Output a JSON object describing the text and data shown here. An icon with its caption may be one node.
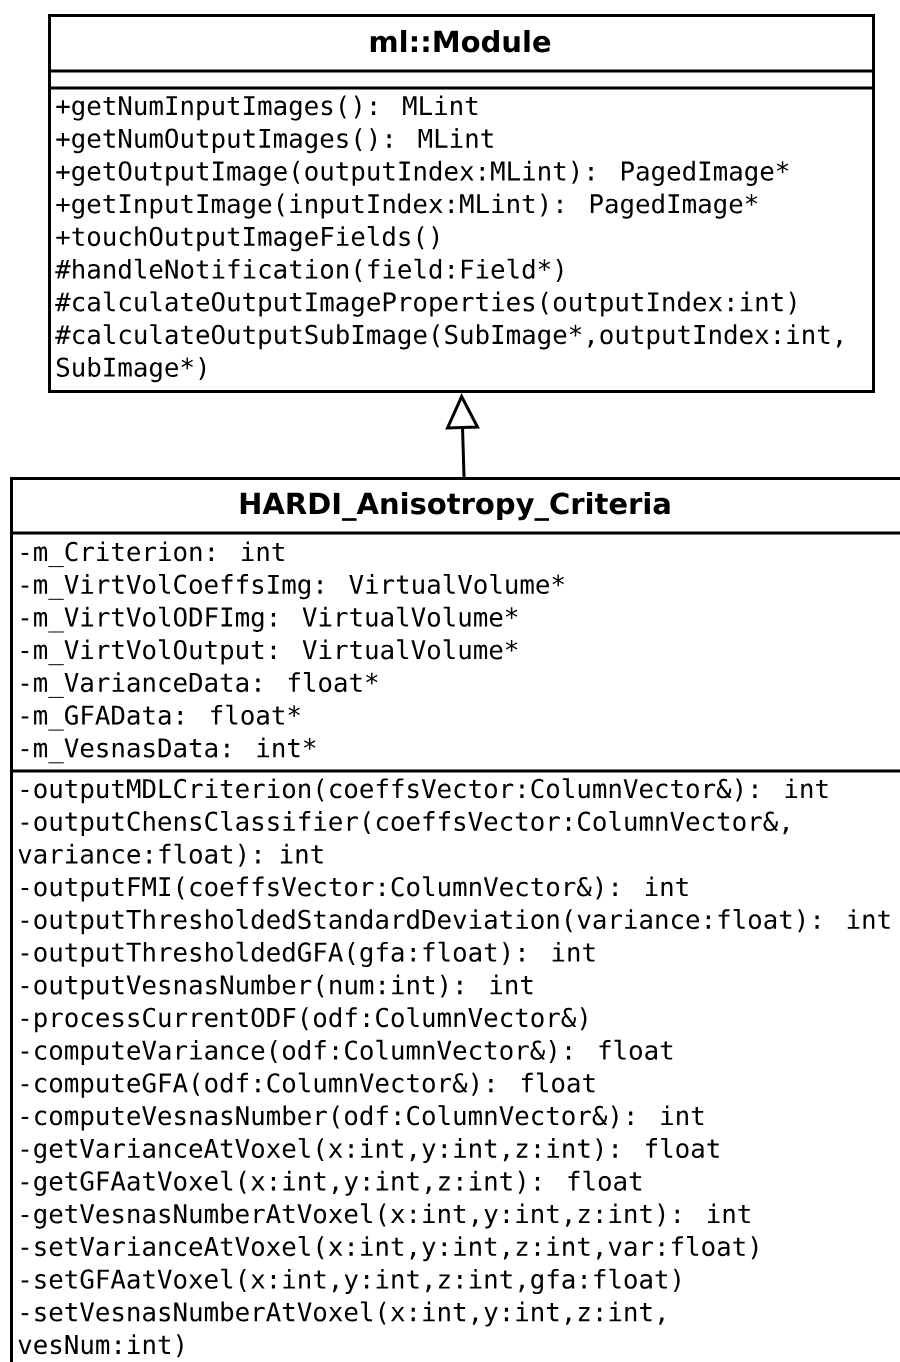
{
  "diagram": {
    "nodes": [
      {
        "text": [
          "ml::Module",
          "+getNumInputImages(): MLint",
          "+getNumOutputImages(): MLint",
          "+getOutputImage(outputIndex:MLint): PagedImage*",
          "+getInputImage(inputIndex:MLint): PagedImage*",
          "+touchOutputImageFields()",
          "#handleNotification(field:Field*)",
          "#calculateOutputImageProperties(outputIndex:int)",
          "#calculateOutputSubImage(SubImage*,outputIndex:int, SubImage*)"
        ]
      },
      {
        "text": [
          "HARDI_Anisotropy_Criteria",
          "-m_Criterion: int",
          "-m_VirtVolCoeffsImg: VirtualVolume*",
          "-m_VirtVolODFImg: VirtualVolume*",
          "-m_VirtVolOutput: VirtualVolume*",
          "-m_VarianceData: float*",
          "-m_GFAData: float*",
          "-m_VesnasData: int*",
          "-outputMDLCriterion(coeffsVector:ColumnVector&): int",
          "-outputChensClassifier(coeffsVector:ColumnVector&, variance:float): int",
          "-outputFMI(coeffsVector:ColumnVector&): int",
          "-outputThresholdedStandardDeviation(variance:float): int",
          "-outputThresholdedGFA(gfa:float): int",
          "-outputVesnasNumber(num:int): int",
          "-processCurrentODF(odf:ColumnVector&)",
          "-computeVariance(odf:ColumnVector&): float",
          "-computeGFA(odf:ColumnVector&): float",
          "-computeVesnasNumber(odf:ColumnVector&): int",
          "-getVarianceAtVoxel(x:int,y:int,z:int): float",
          "-getGFAatVoxel(x:int,y:int,z:int): float",
          "-getVesnasNumberAtVoxel(x:int,y:int,z:int): int",
          "-setVarianceAtVoxel(x:int,y:int,z:int,var:float)",
          "-setGFAatVoxel(x:int,y:int,z:int,gfa:float)",
          "-setVesnasNumberAtVoxel(x:int,y:int,z:int, vesNum:int)"
        ]
      }
    ],
    "edges": [
      {
        "from": 1,
        "to": 0,
        "arrow": "to"
      }
    ]
  }
}
